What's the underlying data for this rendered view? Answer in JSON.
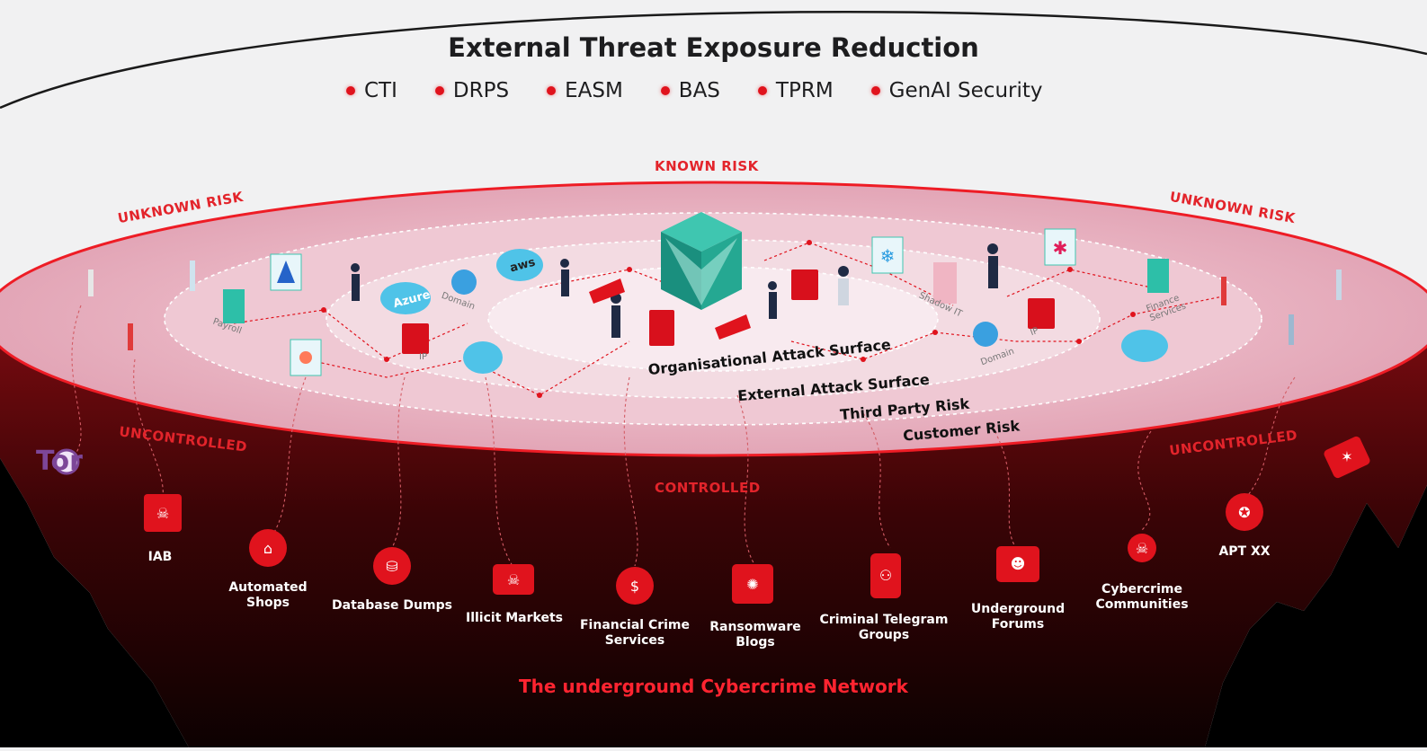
{
  "title": "External Threat Exposure Reduction",
  "capabilities": [
    "CTI",
    "DRPS",
    "EASM",
    "BAS",
    "TPRM",
    "GenAI Security"
  ],
  "zones": {
    "known_risk": "KNOWN RISK",
    "unknown_risk_left": "UNKNOWN RISK",
    "unknown_risk_right": "UNKNOWN RISK",
    "uncontrolled_left": "UNCONTROLLED",
    "uncontrolled_right": "UNCONTROLLED",
    "controlled": "CONTROLLED"
  },
  "rings": {
    "org": "Organisational Attack Surface",
    "external": "External Attack Surface",
    "third_party": "Third Party Risk",
    "customer": "Customer Risk"
  },
  "surface_labels": {
    "payroll": "Payroll",
    "domain1": "Domain",
    "domain2": "Domain",
    "ip1": "IP",
    "ip2": "IP",
    "shadow_it": "Shadow IT",
    "finance": "Finance Services",
    "azure": "Azure",
    "aws": "aws"
  },
  "tor": "Tor",
  "underground": [
    {
      "label": "IAB",
      "icon": "hacker-icon"
    },
    {
      "label": "Automated Shops",
      "icon": "basket-icon"
    },
    {
      "label": "Database Dumps",
      "icon": "database-icon"
    },
    {
      "label": "Illicit Markets",
      "icon": "skull-basket-icon"
    },
    {
      "label": "Financial Crime Services",
      "icon": "dollar-gear-icon"
    },
    {
      "label": "Ransomware Blogs",
      "icon": "bug-icon"
    },
    {
      "label": "Criminal Telegram Groups",
      "icon": "phone-icon"
    },
    {
      "label": "Underground Forums",
      "icon": "spy-chat-icon"
    },
    {
      "label": "Cybercrime Communities",
      "icon": "skull-network-icon"
    },
    {
      "label": "APT XX",
      "icon": "spy-icon"
    }
  ],
  "footer": "The underground Cybercrime Network",
  "colors": {
    "accent": "#e0131d",
    "surface": "#e9a9b9",
    "dark": "#2a0405"
  }
}
